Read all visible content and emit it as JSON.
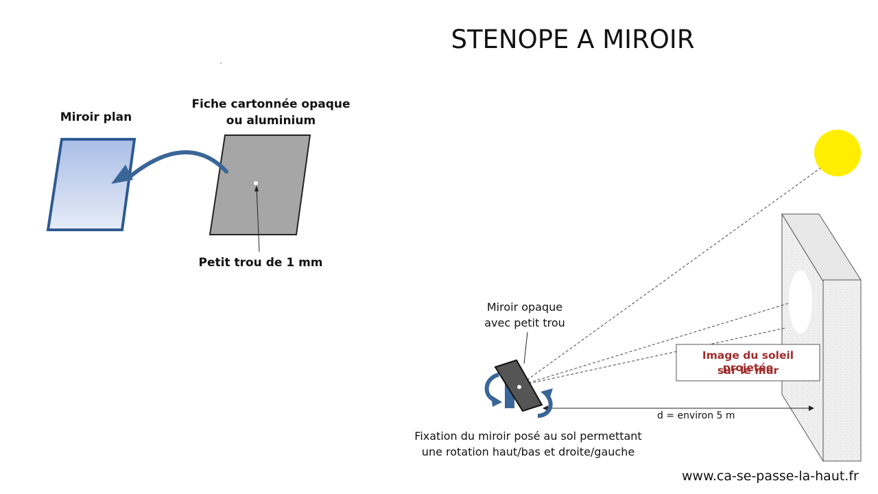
{
  "title": "STENOPE A MIROIR",
  "labels": {
    "plane_mirror": "Miroir plan",
    "card_line1": "Fiche cartonnée opaque",
    "card_line2": "ou aluminium",
    "pinhole": "Petit trou de 1 mm",
    "opaque_mirror_line1": "Miroir opaque",
    "opaque_mirror_line2": "avec petit trou",
    "sun_image_line1": "Image du soleil projetée",
    "sun_image_line2": "sur le mur",
    "distance": "d = environ 5 m",
    "fixation_line1": "Fixation du miroir posé au sol permettant",
    "fixation_line2": "une rotation haut/bas et droite/gauche",
    "website": "www.ca-se-passe-la-haut.fr"
  },
  "colors": {
    "sun": "#ffee00",
    "mirror_fill_top": "#a9bee6",
    "mirror_fill_bottom": "#e4eaf7",
    "mirror_border": "#2f5a91",
    "card_fill": "#a6a6a6",
    "arrow": "#3a6597",
    "label_red": "#a02c2c",
    "opaque_mirror": "#555555"
  }
}
